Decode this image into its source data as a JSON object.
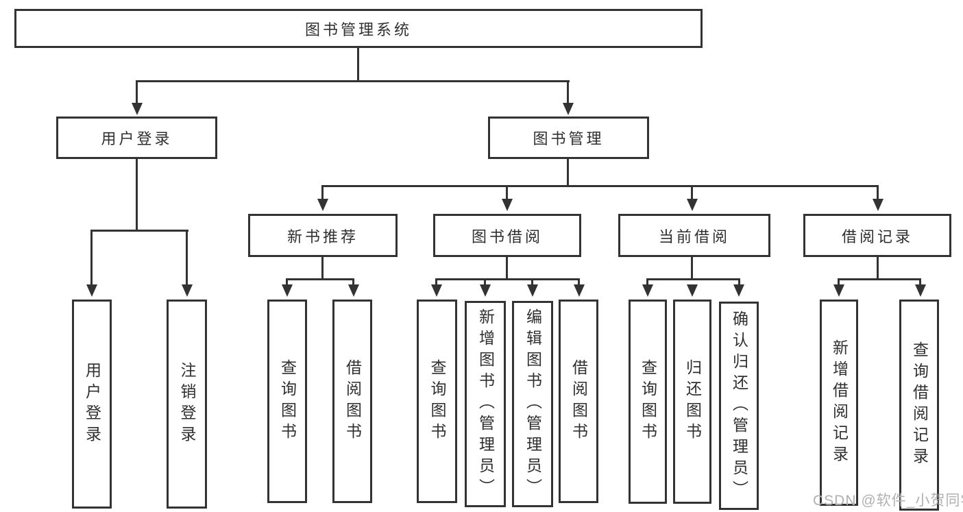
{
  "colors": {
    "line": "#333333",
    "box_border": "#333333",
    "text": "#2f2f2f",
    "background": "#ffffff",
    "watermark": "#b0b0b0"
  },
  "diagram": {
    "root": {
      "label": "图书管理系统"
    },
    "level2": [
      {
        "id": "user-login",
        "label": "用户登录"
      },
      {
        "id": "book-management",
        "label": "图书管理"
      }
    ],
    "level3": [
      {
        "id": "new-book-recommend",
        "label": "新书推荐"
      },
      {
        "id": "book-borrowing",
        "label": "图书借阅"
      },
      {
        "id": "current-borrowing",
        "label": "当前借阅"
      },
      {
        "id": "borrowing-records",
        "label": "借阅记录"
      }
    ],
    "leaves": {
      "user_login": [
        {
          "label": "用户登录"
        },
        {
          "label": "注销登录"
        }
      ],
      "new_book_recommend": [
        {
          "label": "查询图书"
        },
        {
          "label": "借阅图书"
        }
      ],
      "book_borrowing": [
        {
          "label": "查询图书"
        },
        {
          "label": "新增图书（管理员）"
        },
        {
          "label": "编辑图书（管理员）"
        },
        {
          "label": "借阅图书"
        }
      ],
      "current_borrowing": [
        {
          "label": "查询图书"
        },
        {
          "label": "归还图书"
        },
        {
          "label": "确认归还（管理员）"
        }
      ],
      "borrowing_records": [
        {
          "label": "新增借阅记录"
        },
        {
          "label": "查询借阅记录"
        }
      ]
    }
  },
  "watermark": {
    "text": "CSDN @软件_小贺同学"
  }
}
